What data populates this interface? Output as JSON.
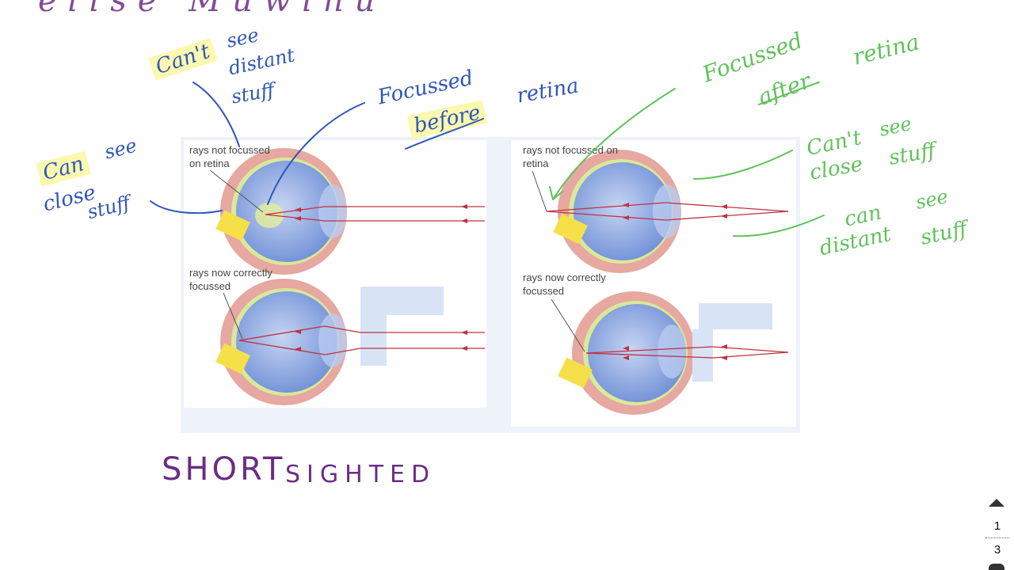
{
  "slide": {
    "title_fragment": "elise Muwinu"
  },
  "figure": {
    "left_top_label": "rays not focussed on retina",
    "left_bottom_label": "rays now correctly focussed",
    "right_top_label": "rays not focussed on retina",
    "right_bottom_label": "rays now correctly focussed"
  },
  "annotations": {
    "blue": {
      "cant_see_1": "Can't",
      "cant_see_2": "see",
      "distant_1": "distant",
      "distant_2": "stuff",
      "focussed": "Focussed",
      "before": "before",
      "retina": "retina",
      "can_see_1": "Can",
      "can_see_2": "see",
      "close": "close",
      "stuff": "stuff"
    },
    "green": {
      "focussed": "Focussed",
      "after": "after",
      "retina": "retina",
      "cant_see_1": "Can't",
      "cant_see_2": "see",
      "close": "close",
      "stuff_close": "stuff",
      "can": "can",
      "see": "see",
      "distant": "distant",
      "stuff": "stuff"
    },
    "purple": {
      "short": "SHORT",
      "sighted": "SIGHTED"
    }
  },
  "pager": {
    "current": "1",
    "total": "3"
  },
  "colors": {
    "blue_ink": "#2f56b8",
    "green_ink": "#5fc25a",
    "purple_ink": "#6b2d84",
    "highlight": "#faf596",
    "ray": "#c03040"
  }
}
